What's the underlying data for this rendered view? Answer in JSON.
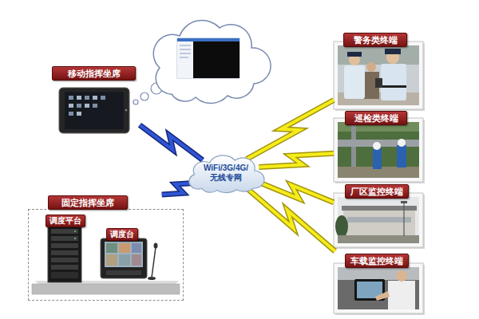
{
  "diagram": {
    "nodes": [
      {
        "text": [
          "WiFi/3G/4G/ 无线专网"
        ]
      },
      {
        "text": [
          "移动指挥坐席"
        ]
      },
      {
        "text": [
          "固定指挥坐席"
        ]
      },
      {
        "text": [
          "调度平台"
        ],
        "in": 2
      },
      {
        "text": [
          "调度台"
        ],
        "in": 2
      },
      {
        "text": [
          "警务类终端"
        ]
      },
      {
        "text": [
          "巡检类终端"
        ]
      },
      {
        "text": [
          "厂区监控终端"
        ]
      },
      {
        "text": [
          "车载监控终端"
        ]
      }
    ],
    "edges": [
      {
        "from": 1,
        "to": 0,
        "arrow": "none"
      },
      {
        "from": 2,
        "to": 0,
        "arrow": "none"
      },
      {
        "from": 0,
        "to": 5,
        "arrow": "none"
      },
      {
        "from": 0,
        "to": 6,
        "arrow": "none"
      },
      {
        "from": 0,
        "to": 7,
        "arrow": "none"
      },
      {
        "from": 0,
        "to": 8,
        "arrow": "none"
      }
    ]
  }
}
